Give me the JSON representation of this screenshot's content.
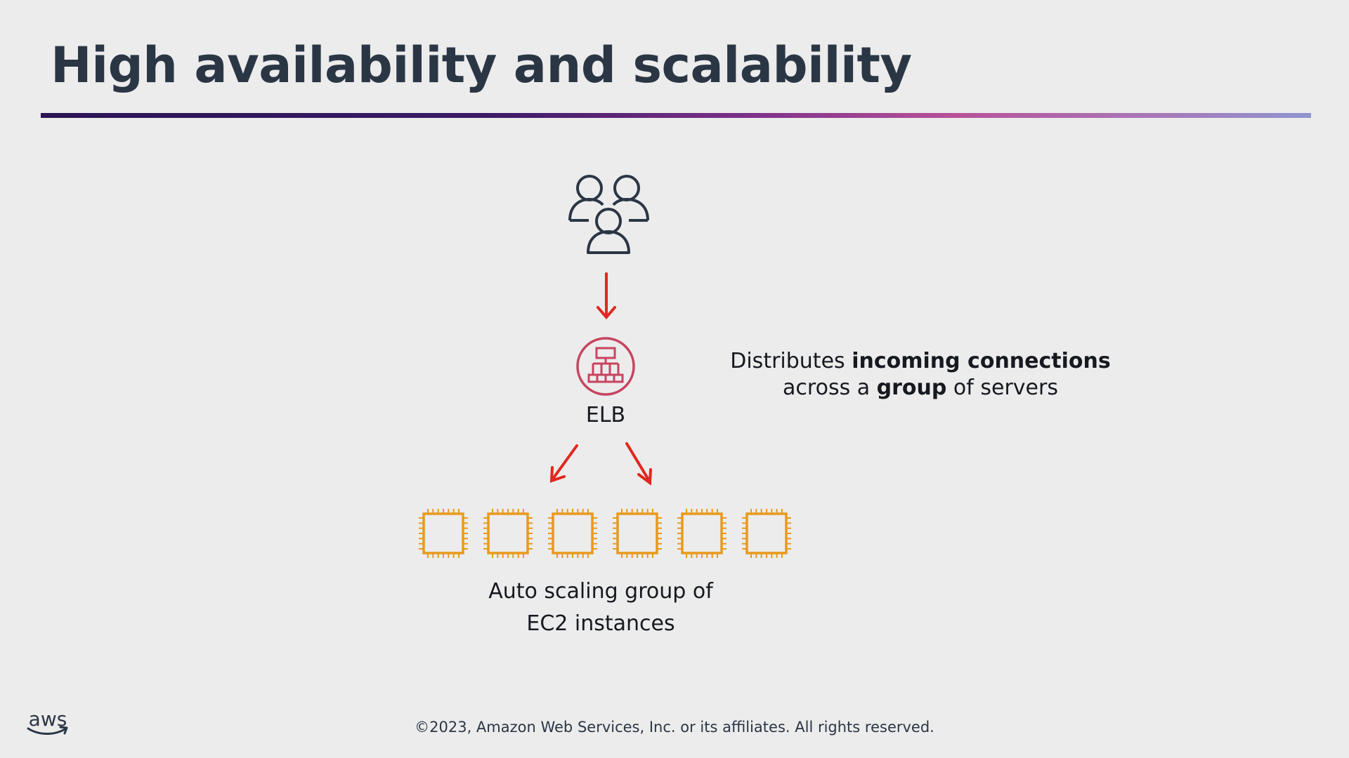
{
  "slide": {
    "title": "High availability and scalability",
    "copyright": "©2023, Amazon Web Services, Inc. or its affiliates. All rights reserved.",
    "logo_text": "aws"
  },
  "diagram": {
    "users_icon": "users-group-icon",
    "elb_icon": "load-balancer-icon",
    "instance_icon": "ec2-instance-chip-icon",
    "elb_label": "ELB",
    "asg_label_line1": "Auto scaling group of",
    "asg_label_line2": "EC2 instances",
    "description": {
      "part1": "Distributes ",
      "bold1": "incoming connections",
      "part2": " across a ",
      "bold2": "group",
      "part3": " of servers"
    },
    "instance_count": 6,
    "colors": {
      "title": "#2b3645",
      "arrow": "#e0281f",
      "elb": "#c7445f",
      "instance": "#e89a1c",
      "users": "#2b3645",
      "background": "#ececec"
    }
  }
}
